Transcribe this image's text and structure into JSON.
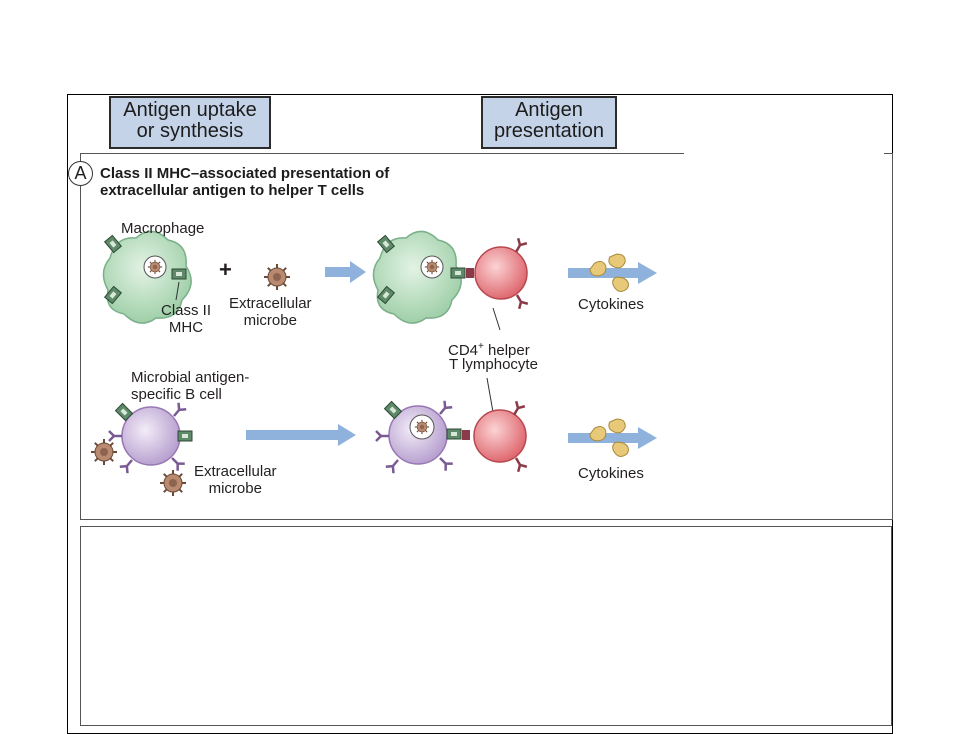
{
  "headers": {
    "uptake": [
      "Antigen uptake",
      "or synthesis"
    ],
    "presentation": [
      "Antigen",
      "presentation"
    ]
  },
  "panel_a": {
    "letter": "A",
    "title": [
      "Class II MHC–associated presentation of",
      "extracellular antigen to helper T cells"
    ]
  },
  "labels": {
    "macrophage": "Macrophage",
    "plus": "+",
    "class_ii_mhc": [
      "Class II",
      "MHC"
    ],
    "extracellular_microbe_1": [
      "Extracellular",
      "microbe"
    ],
    "cd4_helper": [
      "CD4",
      "+",
      " helper"
    ],
    "t_lymphocyte": "T lymphocyte",
    "b_cell": [
      "Microbial antigen-",
      "specific B cell"
    ],
    "extracellular_microbe_2": [
      "Extracellular",
      "microbe"
    ],
    "cytokines_1": "Cytokines",
    "cytokines_2": "Cytokines"
  },
  "colors": {
    "header_fill": "#c5d3e8",
    "macrophage": "#bfe0c4",
    "b_cell": "#d9c9e6",
    "t_cell": "#e87b80",
    "arrow": "#8fb2dc",
    "cytokine": "#e8c97a",
    "microbe": "#b98a70",
    "mhc": "#5f8a6a"
  }
}
